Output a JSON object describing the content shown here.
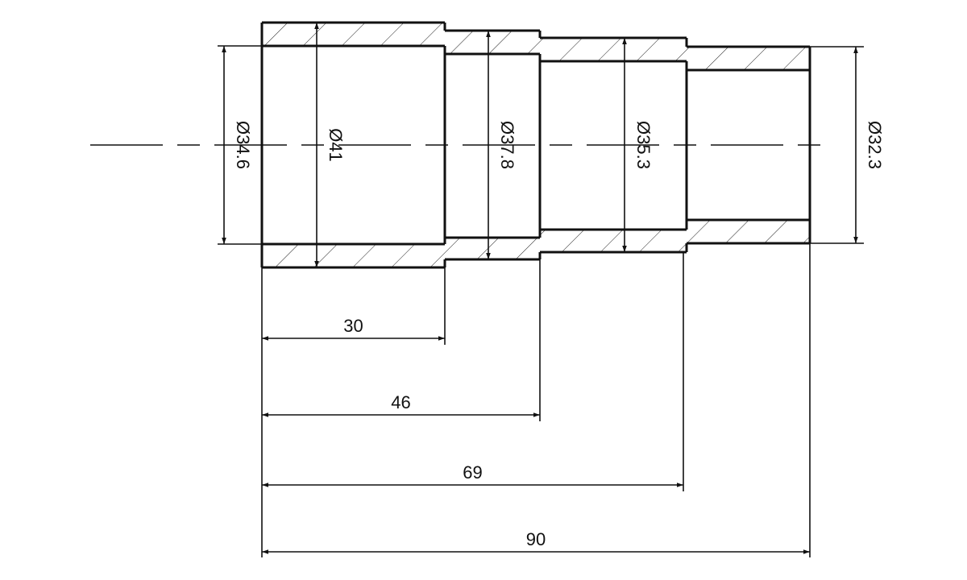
{
  "drawing": {
    "diameters": [
      {
        "label": "Ø34.6"
      },
      {
        "label": "Ø41"
      },
      {
        "label": "Ø37.8"
      },
      {
        "label": "Ø35.3"
      },
      {
        "label": "Ø32.3"
      }
    ],
    "lengths": [
      {
        "label": "30"
      },
      {
        "label": "46"
      },
      {
        "label": "69"
      },
      {
        "label": "90"
      }
    ],
    "colors": {
      "line": "#111111",
      "background": "#ffffff"
    }
  }
}
